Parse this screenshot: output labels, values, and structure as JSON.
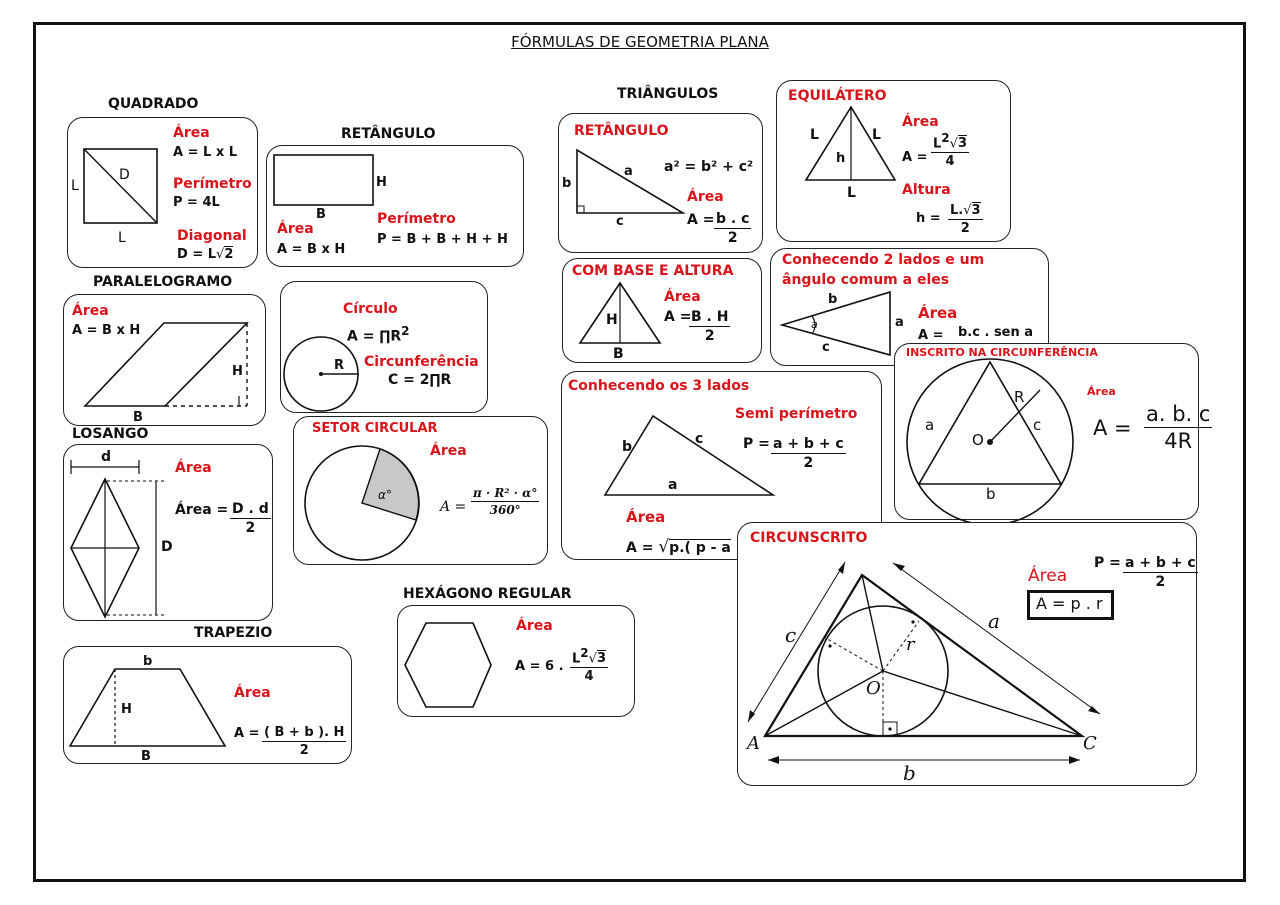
{
  "title": "FÓRMULAS DE GEOMETRIA PLANA",
  "quadrado": {
    "heading": "QUADRADO",
    "area_label": "Área",
    "area_formula": "A = L x L",
    "perimetro_label": "Perímetro",
    "perimetro_formula": "P = 4L",
    "diagonal_label": "Diagonal",
    "diagonal_formula_pre": "D = L",
    "diagonal_radicand": "2",
    "side_L": "L",
    "side_L2": "L",
    "diag_D": "D"
  },
  "retangulo": {
    "heading": "RETÂNGULO",
    "side_H": "H",
    "side_B": "B",
    "area_label": "Área",
    "area_formula": "A = B  x H",
    "perimetro_label": "Perímetro",
    "perimetro_formula": "P = B + B + H + H"
  },
  "paralelogramo": {
    "heading": "PARALELOGRAMO",
    "area_label": "Área",
    "area_formula": "A = B  x H",
    "side_H": "H",
    "side_B": "B"
  },
  "circulo": {
    "circulo_label": "Círculo",
    "area_formula": "A = ∏R",
    "area_exp": "2",
    "circ_label": "Circunferência",
    "circ_formula": "C = 2∏R",
    "radius_R": "R"
  },
  "losango": {
    "heading": "LOSANGO",
    "area_label": "Área",
    "area_formula_pre": "Área =",
    "num": "D . d",
    "den": "2",
    "diag_d": "d",
    "diag_D": "D"
  },
  "setor": {
    "heading": "SETOR CIRCULAR",
    "area_label": "Área",
    "alpha": "α°",
    "formula_lhs": "A =",
    "num": "π · R² · α°",
    "den": "360°"
  },
  "trapezio": {
    "heading": "TRAPEZIO",
    "area_label": "Área",
    "area_formula_pre": "A =",
    "num": "( B + b ). H",
    "den": "2",
    "side_b": "b",
    "side_B": "B",
    "side_H": "H"
  },
  "hexagono": {
    "heading": "HEXÁGONO REGULAR",
    "area_label": "Área",
    "formula_pre": "A = 6 .",
    "num_base": "L",
    "num_exp": "2",
    "num_radicand": "3",
    "den": "4"
  },
  "triangulos": {
    "heading": "TRIÂNGULOS"
  },
  "tri_retangulo": {
    "heading": "RETÂNGULO",
    "pyth": "a² =  b² +  c²",
    "area_label": "Área",
    "area_pre": "A =",
    "num": "b . c",
    "den": "2",
    "side_a": "a",
    "side_b": "b",
    "side_c": "c"
  },
  "equilatero": {
    "heading": "EQUILÁTERO",
    "area_label": "Área",
    "area_pre": "A =",
    "num_base": "L",
    "num_exp": "2",
    "num_radicand": "3",
    "den": "4",
    "altura_label": "Altura",
    "altura_pre": "h =",
    "h_num_base": "L.",
    "h_radicand": "3",
    "h_den": "2",
    "side_L1": "L",
    "side_L2": "L",
    "side_L3": "L",
    "side_h": "h"
  },
  "base_altura": {
    "heading": "COM BASE E ALTURA",
    "area_label": "Área",
    "area_pre": "A =",
    "num": "B . H",
    "den": "2",
    "side_H": "H",
    "side_B": "B"
  },
  "dois_lados": {
    "heading_1": "Conhecendo 2 lados e um",
    "heading_2": "ângulo comum a eles",
    "area_label": "Área",
    "area_pre": "A =",
    "num": "b.c . sen a",
    "side_a": "a",
    "side_b": "b",
    "side_c": "c",
    "angle": "a"
  },
  "tres_lados": {
    "heading": "Conhecendo os 3 lados",
    "semi_label": "Semi perímetro",
    "semi_pre": "P =",
    "semi_num": "a + b + c",
    "semi_den": "2",
    "area_label": "Área",
    "area_formula_pre": "A =",
    "area_radicand": "p.( p - a",
    "side_a": "a",
    "side_b": "b",
    "side_c": "c"
  },
  "inscrito": {
    "heading": "INSCRITO NA CIRCUNFERÊNCIA",
    "area_label": "Área",
    "area_pre": "A =",
    "num": "a. b. c",
    "den": "4R",
    "side_a": "a",
    "side_b": "b",
    "side_c": "c",
    "radius_R": "R",
    "center_O": "O"
  },
  "circunscrito": {
    "heading": "CIRCUNSCRITO",
    "perim_pre": "P =",
    "perim_num": "a + b + c",
    "perim_den": "2",
    "area_label": "Área",
    "area_formula": "A = p . r",
    "vertex_A": "A",
    "vertex_C": "C",
    "center_O": "O",
    "side_a": "a",
    "side_b": "b",
    "side_c": "c",
    "radius_r": "r"
  }
}
